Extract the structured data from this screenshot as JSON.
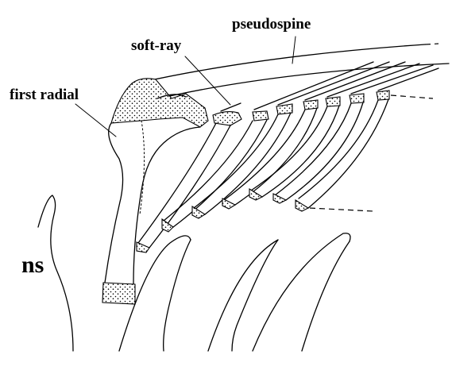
{
  "labels": {
    "pseudospine": "pseudospine",
    "soft_ray": "soft-ray",
    "first_radial": "first radial",
    "ns": "ns"
  }
}
